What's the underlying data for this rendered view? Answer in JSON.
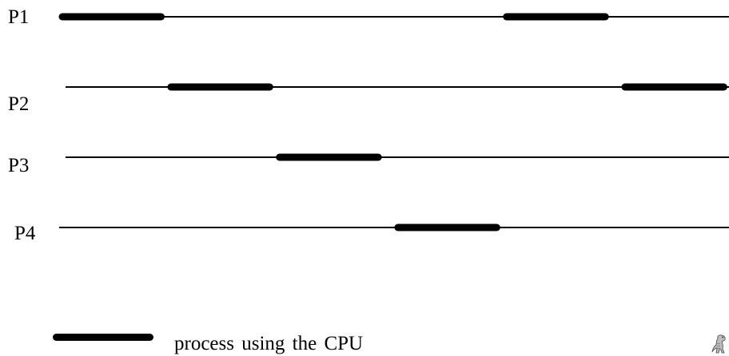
{
  "timeline": {
    "processes": [
      {
        "label": "P1",
        "cpu_bursts": [
          [
            0,
            1
          ],
          [
            4.5,
            5.5
          ]
        ]
      },
      {
        "label": "P2",
        "cpu_bursts": [
          [
            1.1,
            2.1
          ],
          [
            5.7,
            6.7
          ]
        ]
      },
      {
        "label": "P3",
        "cpu_bursts": [
          [
            2.2,
            3.2
          ]
        ]
      },
      {
        "label": "P4",
        "cpu_bursts": [
          [
            3.4,
            4.4
          ]
        ]
      }
    ],
    "time_end": 6.9
  },
  "legend": {
    "text": "process  using  the CPU"
  },
  "colors": {
    "line": "#000000",
    "burst": "#000000",
    "background": "#ffffff"
  },
  "icons": {
    "mascot": "dinosaur-mascot-icon"
  }
}
